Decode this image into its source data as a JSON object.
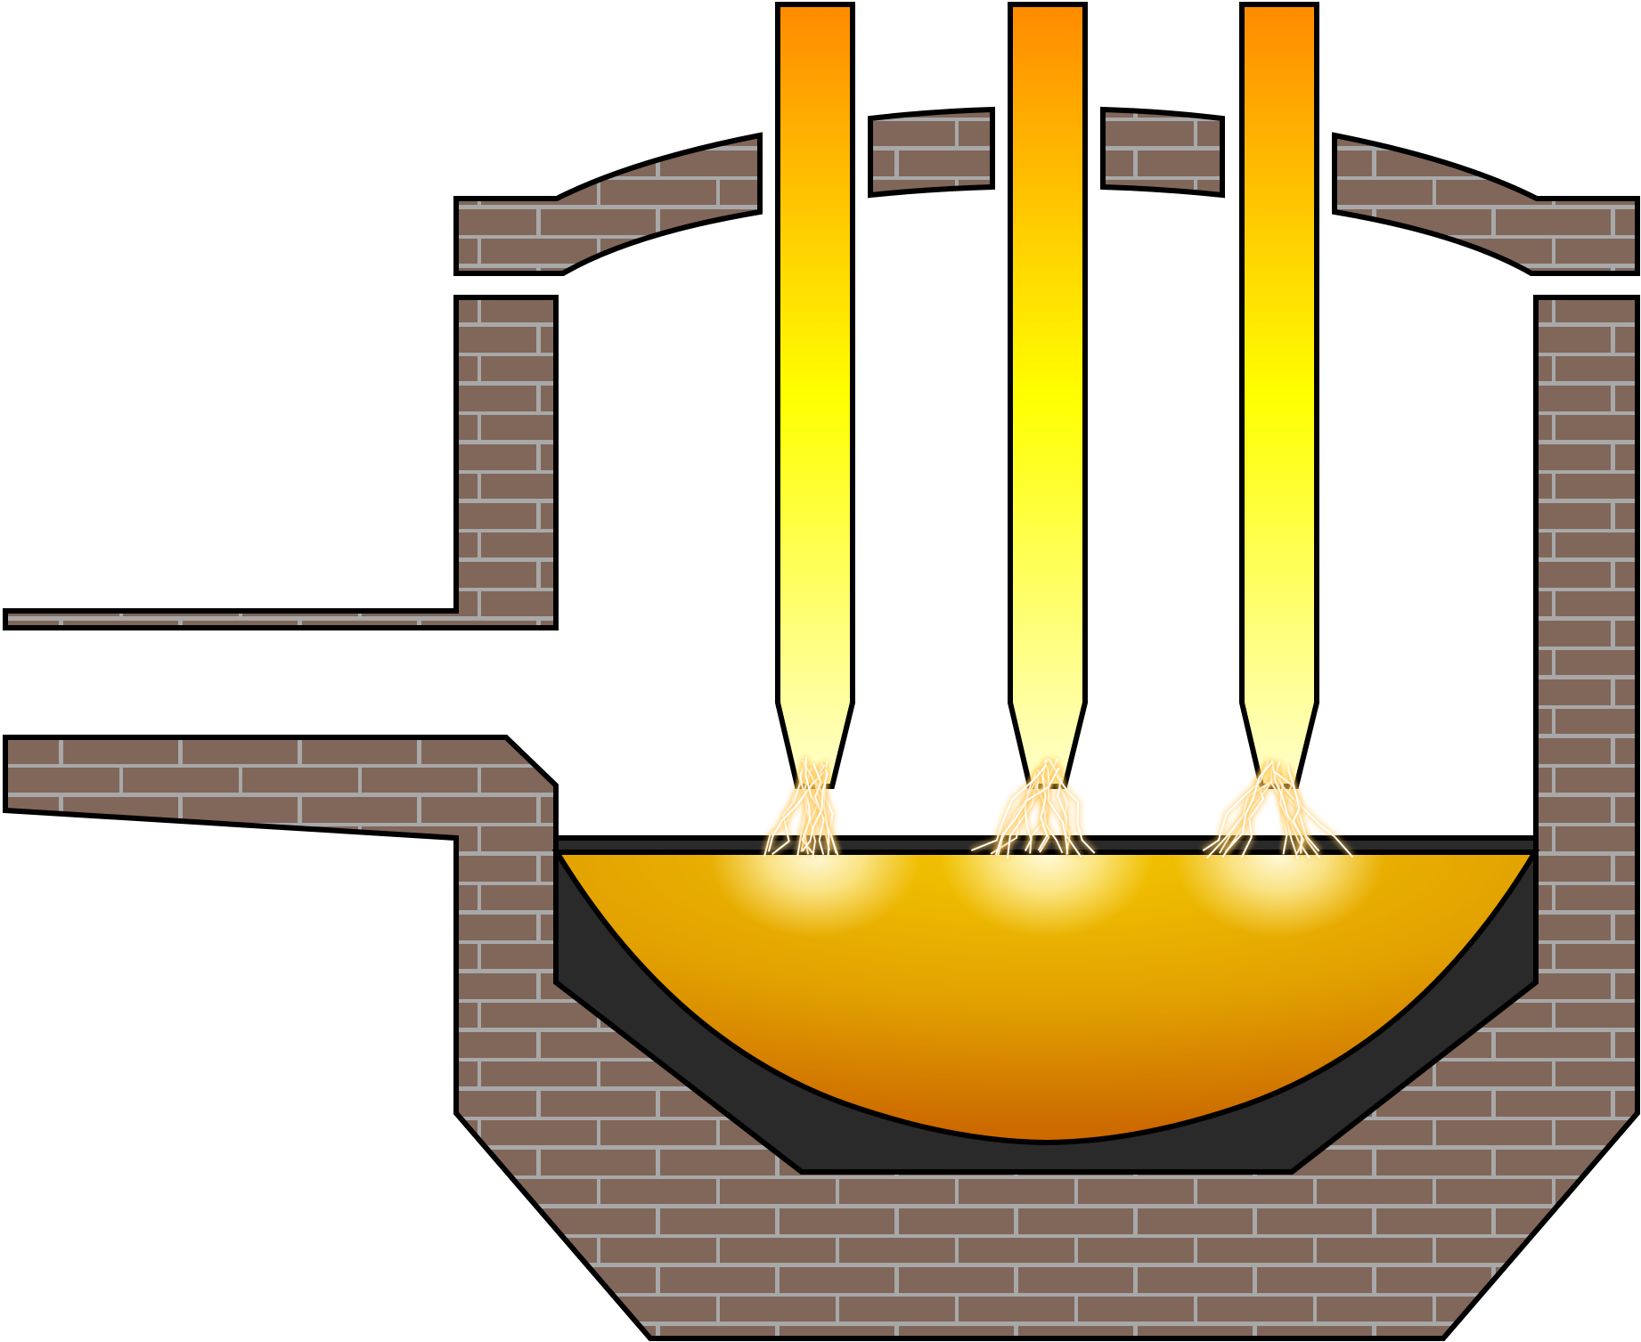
{
  "diagram": {
    "subject": "electric-arc-furnace-cross-section",
    "labels": [],
    "colors": {
      "brick": "#80675a",
      "mortar": "#a8a8a8",
      "outline": "#000000",
      "refractory_lining": "#2a2a2a",
      "molten_metal_center": "#f0c000",
      "molten_metal_edge": "#cc6a00",
      "electrode_top": "#ff8a00",
      "electrode_mid": "#ffff00",
      "electrode_bottom": "#ffffcc",
      "arc_glow": "#fff6c8"
    },
    "electrode_count": 3,
    "components": [
      "roof",
      "electrodes",
      "furnace-walls",
      "tap-spout",
      "side-opening",
      "refractory-lining",
      "molten-bath",
      "electric-arcs"
    ]
  }
}
